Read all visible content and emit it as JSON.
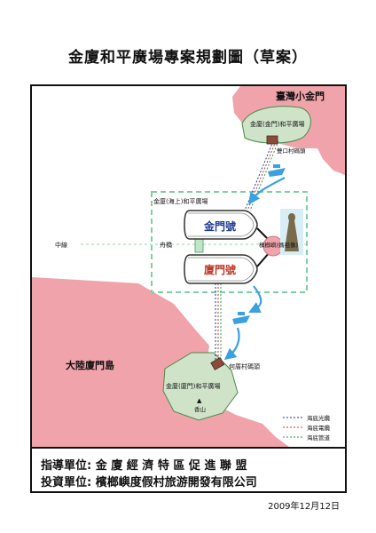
{
  "title": "金廈和平廣場專案規劃圖（草案）",
  "map": {
    "xiao_kinmen": "臺灣小金門",
    "square_kinmen": "金廈(金門)和平廣場",
    "village_kinmen": "雙口村碼頭",
    "square_sea": "金廈(海上)和平廣場",
    "ship_kinmen": "金門號",
    "ship_xiamen": "廈門號",
    "midline": "中線",
    "pontoon": "舟橋",
    "statue": "檳榔嶼(媽祖像)",
    "mainland": "大陸廈門島",
    "village_xiamen": "何厝村碼頭",
    "square_xiamen": "金廈(廈門)和平廣場",
    "mountain": "香山",
    "legend": [
      {
        "label": "海底光纜",
        "color": "#1f3a93"
      },
      {
        "label": "海底電纜",
        "color": "#c0392b"
      },
      {
        "label": "海底管道",
        "color": "#1e9e5a"
      }
    ]
  },
  "footer": {
    "guide": "指導單位: 金 廈 經 濟 特 區 促 進 聯 盟",
    "invest": "投資單位: 檳榔嶼度假村旅游開發有限公司"
  },
  "date": "2009年12月12日"
}
